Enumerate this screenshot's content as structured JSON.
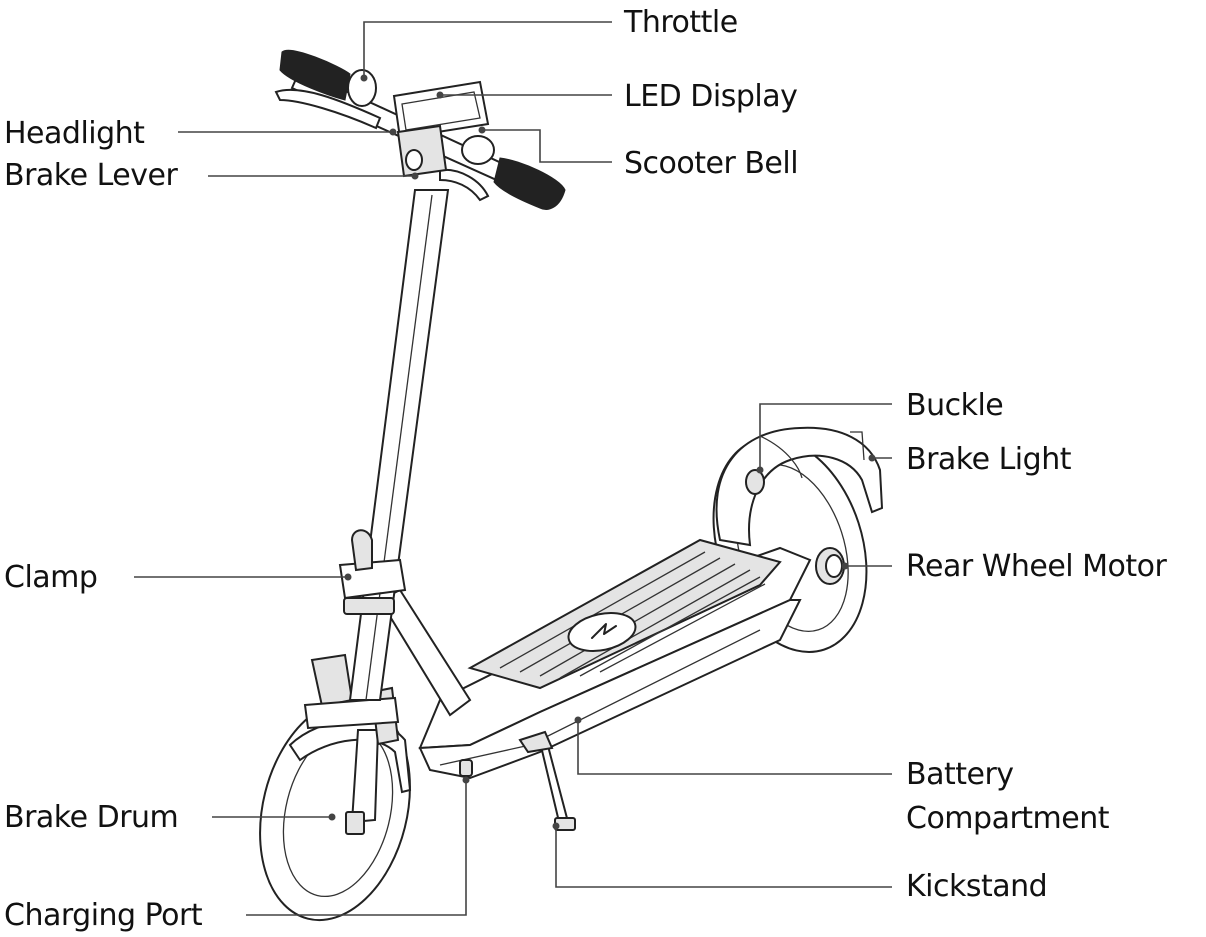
{
  "labels": {
    "throttle": "Throttle",
    "led_display": "LED Display",
    "headlight": "Headlight",
    "brake_lever": "Brake Lever",
    "scooter_bell": "Scooter Bell",
    "buckle": "Buckle",
    "brake_light": "Brake Light",
    "clamp": "Clamp",
    "rear_wheel_motor": "Rear Wheel Motor",
    "battery_line1": "Battery",
    "battery_line2": "Compartment",
    "brake_drum": "Brake Drum",
    "kickstand": "Kickstand",
    "charging_port": "Charging Port"
  },
  "colors": {
    "line": "#222222",
    "text": "#111111",
    "background": "#ffffff"
  }
}
